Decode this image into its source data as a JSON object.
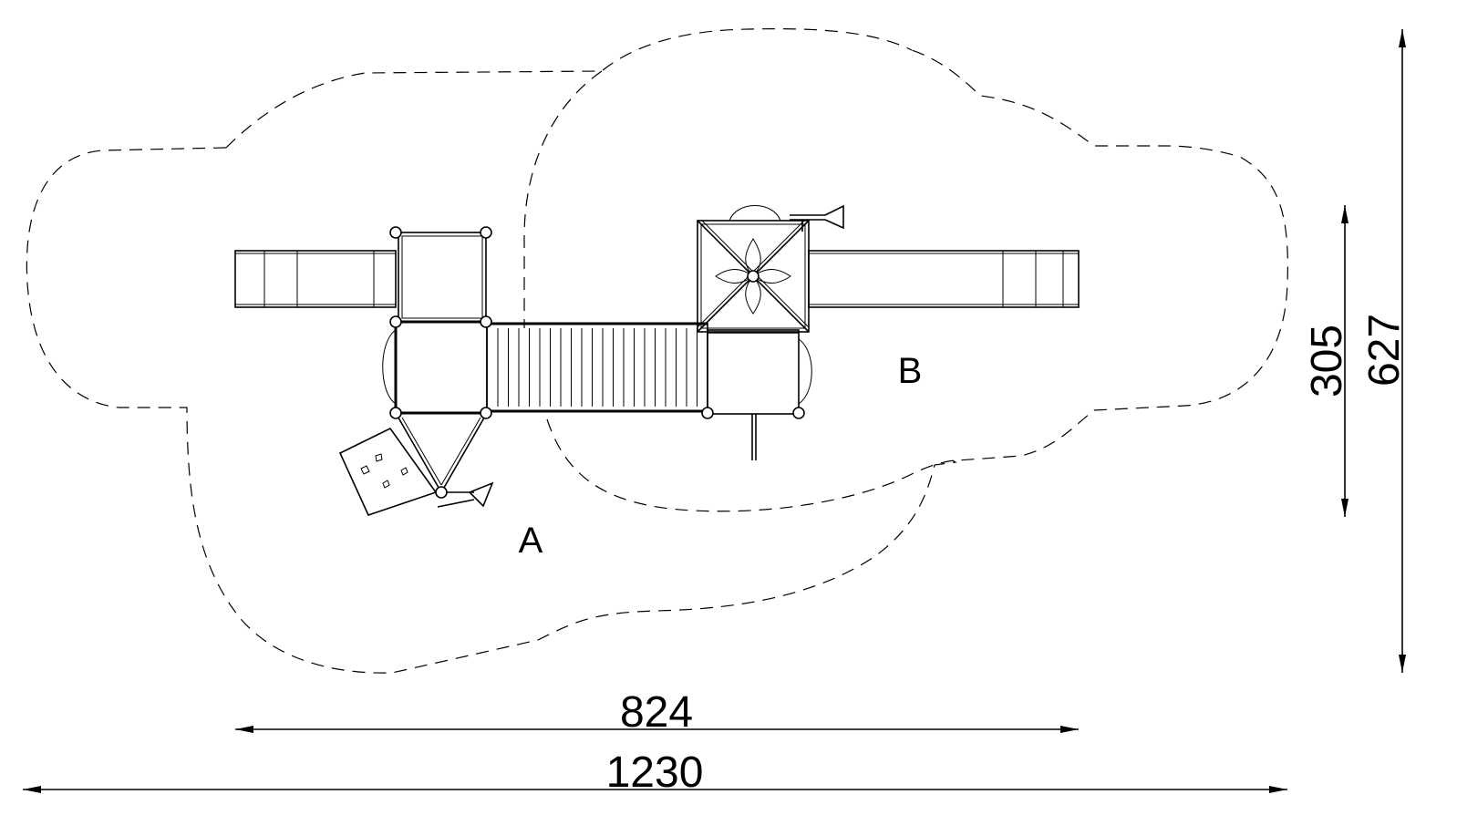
{
  "dimensions": {
    "overall_width": "1230",
    "structure_width": "824",
    "overall_depth": "627",
    "structure_depth": "305"
  },
  "zones": {
    "a": "A",
    "b": "B"
  },
  "colors": {
    "line": "#000000",
    "background": "#ffffff"
  }
}
